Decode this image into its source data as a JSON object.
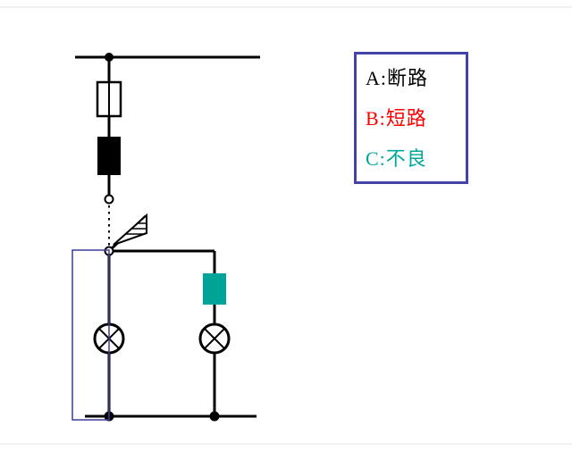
{
  "legend": {
    "border_color": "#4343a8",
    "items": [
      {
        "label": "A:断路",
        "color": "#000000"
      },
      {
        "label": "B:短路",
        "color": "#ff0000"
      },
      {
        "label": "C:不良",
        "color": "#00a89c"
      }
    ]
  },
  "diagram": {
    "wire_color": "#000000",
    "teal_component_color": "#00a398",
    "highlight_box_color": "#3d3d99",
    "page_border_color": "#e0e0e0"
  }
}
